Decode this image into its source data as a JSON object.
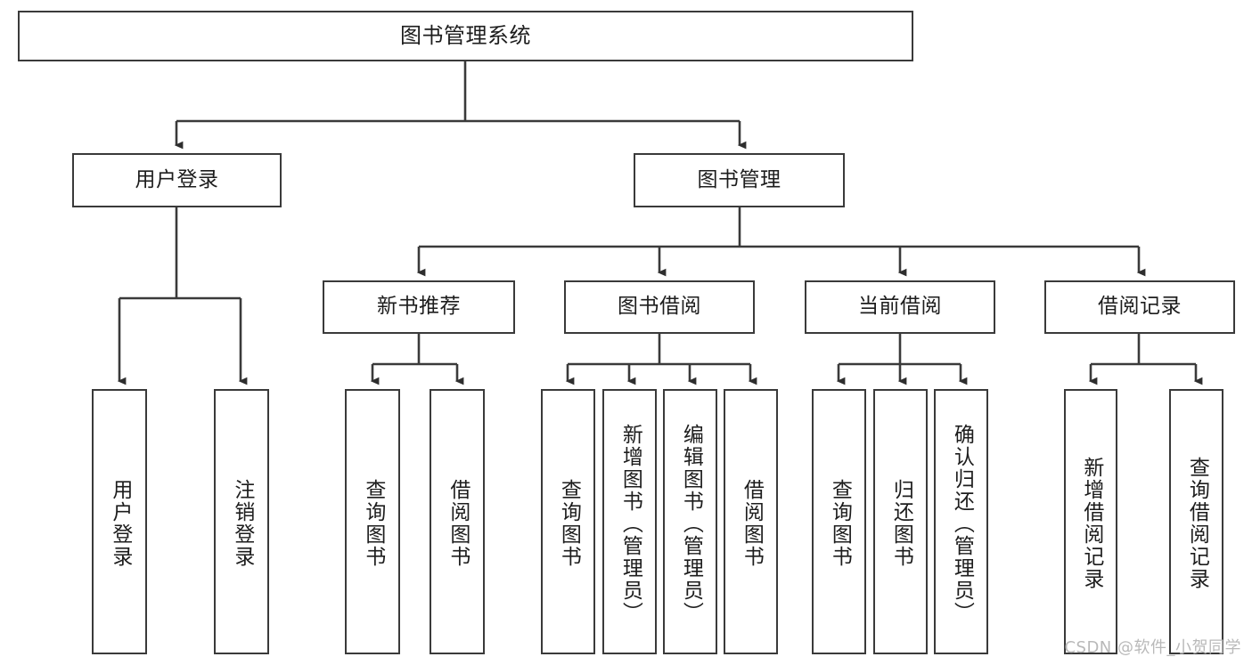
{
  "diagram": {
    "title": "图书管理系统",
    "type": "功能结构图",
    "root": {
      "label": "图书管理系统"
    },
    "level2": [
      {
        "id": "user-login",
        "label": "用户登录"
      },
      {
        "id": "book-manage",
        "label": "图书管理"
      }
    ],
    "level3": [
      {
        "id": "new-book-recommend",
        "label": "新书推荐",
        "parent": "book-manage"
      },
      {
        "id": "book-borrow",
        "label": "图书借阅",
        "parent": "book-manage"
      },
      {
        "id": "current-borrow",
        "label": "当前借阅",
        "parent": "book-manage"
      },
      {
        "id": "borrow-record",
        "label": "借阅记录",
        "parent": "book-manage"
      }
    ],
    "leaves": [
      {
        "id": "leaf-user-login",
        "label": "用户登录",
        "parent": "user-login"
      },
      {
        "id": "leaf-logout-login",
        "label": "注销登录",
        "parent": "user-login"
      },
      {
        "id": "leaf-query-book-1",
        "label": "查询图书",
        "parent": "new-book-recommend"
      },
      {
        "id": "leaf-borrow-book-1",
        "label": "借阅图书",
        "parent": "new-book-recommend"
      },
      {
        "id": "leaf-query-book-2",
        "label": "查询图书",
        "parent": "book-borrow"
      },
      {
        "id": "leaf-add-book",
        "label": "新增图书（管理员）",
        "parent": "book-borrow"
      },
      {
        "id": "leaf-edit-book",
        "label": "编辑图书（管理员）",
        "parent": "book-borrow"
      },
      {
        "id": "leaf-borrow-book-2",
        "label": "借阅图书",
        "parent": "book-borrow"
      },
      {
        "id": "leaf-query-book-3",
        "label": "查询图书",
        "parent": "current-borrow"
      },
      {
        "id": "leaf-return-book",
        "label": "归还图书",
        "parent": "current-borrow"
      },
      {
        "id": "leaf-confirm-return",
        "label": "确认归还（管理员）",
        "parent": "current-borrow"
      },
      {
        "id": "leaf-add-record",
        "label": "新增借阅记录",
        "parent": "borrow-record"
      },
      {
        "id": "leaf-query-record",
        "label": "查询借阅记录",
        "parent": "borrow-record"
      }
    ],
    "watermark": "CSDN @软件_小贺同学",
    "colors": {
      "stroke": "#3a3a3a",
      "background": "#ffffff",
      "text": "#1d1d1d",
      "watermark": "#b9b9b9"
    }
  }
}
